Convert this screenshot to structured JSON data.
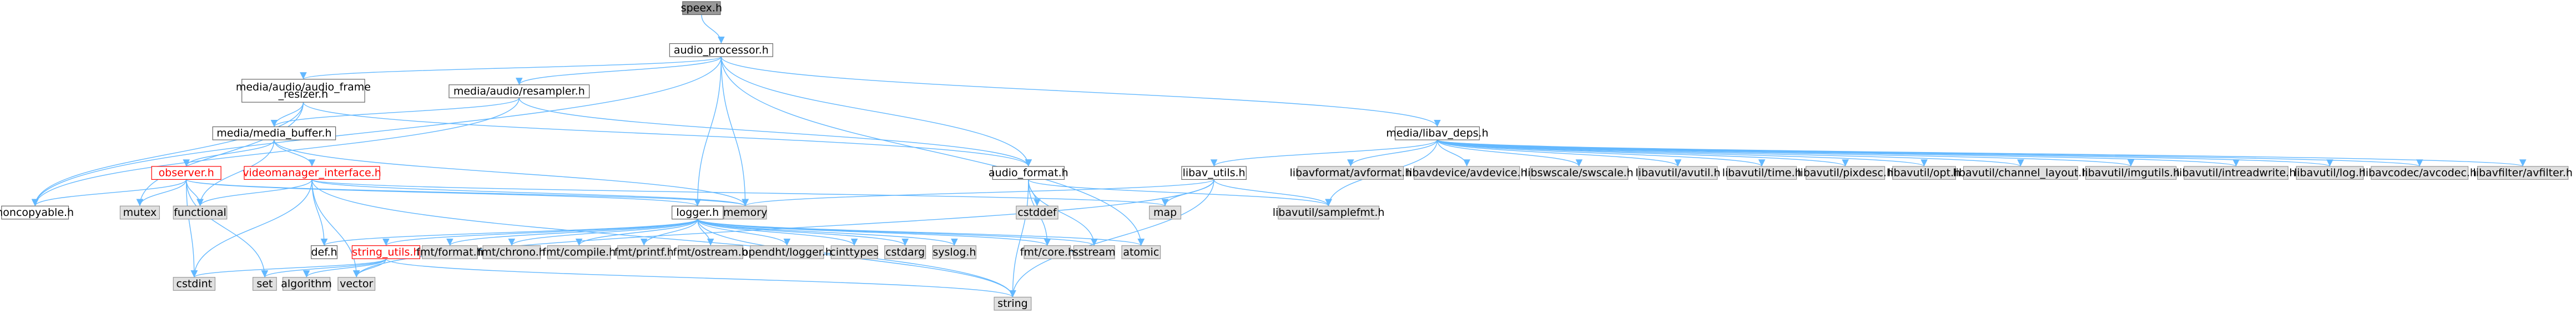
{
  "styles": {
    "root": {
      "fill": "#999999",
      "stroke": "#666666",
      "text": "#000000"
    },
    "normal": {
      "fill": "#ffffff",
      "stroke": "#666666",
      "text": "#000000"
    },
    "external": {
      "fill": "#e0e0e0",
      "stroke": "#999999",
      "text": "#000000"
    },
    "warning": {
      "fill": "#ffffff",
      "stroke": "#ff0000",
      "text": "#ff0000"
    },
    "edge_color": "#63b8ff"
  },
  "nodes": [
    {
      "id": "speex",
      "label": "speex.h",
      "style": "root"
    },
    {
      "id": "audio_processor",
      "label": "audio_processor.h",
      "style": "normal"
    },
    {
      "id": "audio_frame_resizer",
      "label": "media/audio/audio_frame\n_resizer.h",
      "style": "normal"
    },
    {
      "id": "resampler",
      "label": "media/audio/resampler.h",
      "style": "normal"
    },
    {
      "id": "media_buffer",
      "label": "media/media_buffer.h",
      "style": "normal"
    },
    {
      "id": "observer",
      "label": "observer.h",
      "style": "warning"
    },
    {
      "id": "videomanager",
      "label": "videomanager_interface.h",
      "style": "warning"
    },
    {
      "id": "noncopyable",
      "label": "noncopyable.h",
      "style": "normal"
    },
    {
      "id": "mutex",
      "label": "mutex",
      "style": "external"
    },
    {
      "id": "functional",
      "label": "functional",
      "style": "external"
    },
    {
      "id": "logger",
      "label": "logger.h",
      "style": "normal"
    },
    {
      "id": "memory",
      "label": "memory",
      "style": "external"
    },
    {
      "id": "audio_format",
      "label": "audio_format.h",
      "style": "normal"
    },
    {
      "id": "cstddef",
      "label": "cstddef",
      "style": "external"
    },
    {
      "id": "map",
      "label": "map",
      "style": "external"
    },
    {
      "id": "libav_utils",
      "label": "libav_utils.h",
      "style": "normal"
    },
    {
      "id": "libav_deps",
      "label": "media/libav_deps.h",
      "style": "normal"
    },
    {
      "id": "samplefmt",
      "label": "libavutil/samplefmt.h",
      "style": "external"
    },
    {
      "id": "avformat",
      "label": "libavformat/avformat.h",
      "style": "external"
    },
    {
      "id": "avdevice",
      "label": "libavdevice/avdevice.h",
      "style": "external"
    },
    {
      "id": "swscale",
      "label": "libswscale/swscale.h",
      "style": "external"
    },
    {
      "id": "avutil",
      "label": "libavutil/avutil.h",
      "style": "external"
    },
    {
      "id": "time",
      "label": "libavutil/time.h",
      "style": "external"
    },
    {
      "id": "pixdesc",
      "label": "libavutil/pixdesc.h",
      "style": "external"
    },
    {
      "id": "opt",
      "label": "libavutil/opt.h",
      "style": "external"
    },
    {
      "id": "channel_layout",
      "label": "libavutil/channel_layout.h",
      "style": "external"
    },
    {
      "id": "imgutils",
      "label": "libavutil/imgutils.h",
      "style": "external"
    },
    {
      "id": "intreadwrite",
      "label": "libavutil/intreadwrite.h",
      "style": "external"
    },
    {
      "id": "log",
      "label": "libavutil/log.h",
      "style": "external"
    },
    {
      "id": "avcodec",
      "label": "libavcodec/avcodec.h",
      "style": "external"
    },
    {
      "id": "avfilter",
      "label": "libavfilter/avfilter.h",
      "style": "external"
    },
    {
      "id": "def",
      "label": "def.h",
      "style": "normal"
    },
    {
      "id": "string_utils",
      "label": "string_utils.h",
      "style": "warning"
    },
    {
      "id": "fmt_format",
      "label": "fmt/format.h",
      "style": "external"
    },
    {
      "id": "fmt_chrono",
      "label": "fmt/chrono.h",
      "style": "external"
    },
    {
      "id": "fmt_compile",
      "label": "fmt/compile.h",
      "style": "external"
    },
    {
      "id": "fmt_printf",
      "label": "fmt/printf.h",
      "style": "external"
    },
    {
      "id": "fmt_ostream",
      "label": "fmt/ostream.h",
      "style": "external"
    },
    {
      "id": "opendht_logger",
      "label": "opendht/logger.h",
      "style": "external"
    },
    {
      "id": "cinttypes",
      "label": "cinttypes",
      "style": "external"
    },
    {
      "id": "cstdarg",
      "label": "cstdarg",
      "style": "external"
    },
    {
      "id": "syslog",
      "label": "syslog.h",
      "style": "external"
    },
    {
      "id": "fmt_core",
      "label": "fmt/core.h",
      "style": "external"
    },
    {
      "id": "sstream",
      "label": "sstream",
      "style": "external"
    },
    {
      "id": "atomic",
      "label": "atomic",
      "style": "external"
    },
    {
      "id": "cstdint",
      "label": "cstdint",
      "style": "external"
    },
    {
      "id": "set",
      "label": "set",
      "style": "external"
    },
    {
      "id": "algorithm",
      "label": "algorithm",
      "style": "external"
    },
    {
      "id": "vector",
      "label": "vector",
      "style": "external"
    },
    {
      "id": "string",
      "label": "string",
      "style": "external"
    }
  ],
  "edges": [
    [
      "speex",
      "audio_processor"
    ],
    [
      "audio_processor",
      "audio_frame_resizer"
    ],
    [
      "audio_processor",
      "resampler"
    ],
    [
      "audio_processor",
      "noncopyable"
    ],
    [
      "audio_processor",
      "logger"
    ],
    [
      "audio_processor",
      "memory"
    ],
    [
      "audio_processor",
      "audio_format"
    ],
    [
      "audio_processor",
      "libav_deps"
    ],
    [
      "audio_processor",
      "atomic"
    ],
    [
      "audio_frame_resizer",
      "media_buffer"
    ],
    [
      "audio_frame_resizer",
      "audio_format"
    ],
    [
      "audio_frame_resizer",
      "noncopyable"
    ],
    [
      "audio_frame_resizer",
      "mutex"
    ],
    [
      "resampler",
      "media_buffer"
    ],
    [
      "resampler",
      "audio_format"
    ],
    [
      "resampler",
      "noncopyable"
    ],
    [
      "media_buffer",
      "observer"
    ],
    [
      "media_buffer",
      "videomanager"
    ],
    [
      "media_buffer",
      "functional"
    ],
    [
      "media_buffer",
      "memory"
    ],
    [
      "observer",
      "noncopyable"
    ],
    [
      "observer",
      "mutex"
    ],
    [
      "observer",
      "functional"
    ],
    [
      "observer",
      "memory"
    ],
    [
      "observer",
      "logger"
    ],
    [
      "observer",
      "set"
    ],
    [
      "observer",
      "cstdint"
    ],
    [
      "videomanager",
      "functional"
    ],
    [
      "videomanager",
      "memory"
    ],
    [
      "videomanager",
      "map"
    ],
    [
      "videomanager",
      "def"
    ],
    [
      "videomanager",
      "cstdint"
    ],
    [
      "videomanager",
      "vector"
    ],
    [
      "videomanager",
      "string"
    ],
    [
      "audio_format",
      "cstddef"
    ],
    [
      "audio_format",
      "samplefmt"
    ],
    [
      "audio_format",
      "fmt_core"
    ],
    [
      "audio_format",
      "sstream"
    ],
    [
      "audio_format",
      "string"
    ],
    [
      "libav_deps",
      "libav_utils"
    ],
    [
      "libav_deps",
      "samplefmt"
    ],
    [
      "libav_deps",
      "avformat"
    ],
    [
      "libav_deps",
      "avdevice"
    ],
    [
      "libav_deps",
      "swscale"
    ],
    [
      "libav_deps",
      "avutil"
    ],
    [
      "libav_deps",
      "time"
    ],
    [
      "libav_deps",
      "pixdesc"
    ],
    [
      "libav_deps",
      "opt"
    ],
    [
      "libav_deps",
      "channel_layout"
    ],
    [
      "libav_deps",
      "imgutils"
    ],
    [
      "libav_deps",
      "intreadwrite"
    ],
    [
      "libav_deps",
      "log"
    ],
    [
      "libav_deps",
      "avcodec"
    ],
    [
      "libav_deps",
      "avfilter"
    ],
    [
      "libav_utils",
      "memory"
    ],
    [
      "libav_utils",
      "map"
    ],
    [
      "libav_utils",
      "samplefmt"
    ],
    [
      "libav_utils",
      "string"
    ],
    [
      "libav_utils",
      "vector"
    ],
    [
      "logger",
      "def"
    ],
    [
      "logger",
      "string_utils"
    ],
    [
      "logger",
      "fmt_format"
    ],
    [
      "logger",
      "fmt_chrono"
    ],
    [
      "logger",
      "fmt_compile"
    ],
    [
      "logger",
      "fmt_printf"
    ],
    [
      "logger",
      "fmt_ostream"
    ],
    [
      "logger",
      "opendht_logger"
    ],
    [
      "logger",
      "cinttypes"
    ],
    [
      "logger",
      "cstdarg"
    ],
    [
      "logger",
      "syslog"
    ],
    [
      "logger",
      "fmt_core"
    ],
    [
      "logger",
      "sstream"
    ],
    [
      "logger",
      "atomic"
    ],
    [
      "logger",
      "string"
    ],
    [
      "string_utils",
      "cstdint"
    ],
    [
      "string_utils",
      "set"
    ],
    [
      "string_utils",
      "algorithm"
    ],
    [
      "string_utils",
      "vector"
    ],
    [
      "string_utils",
      "string"
    ]
  ]
}
